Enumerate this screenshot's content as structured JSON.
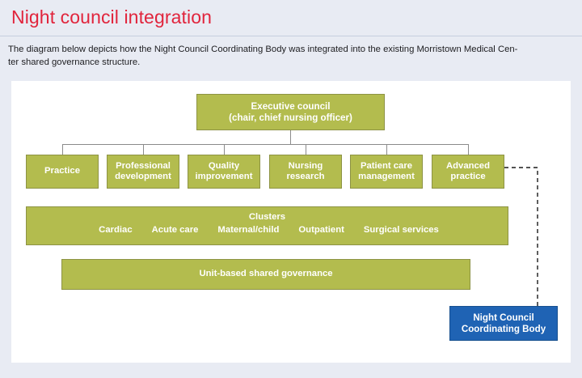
{
  "header": {
    "title": "Night council integration",
    "intro_line1": "The diagram below depicts how the Night Council Coordinating Body was integrated into the existing Morristown Medical Cen-",
    "intro_line2": "ter shared governance structure."
  },
  "colors": {
    "title_red": "#e1243c",
    "olive": "#b3bc4e",
    "olive_border": "#8d9344",
    "blue": "#1f63b4",
    "blue_border": "#17508f",
    "page_background": "#e8ebf3",
    "canvas": "#ffffff",
    "connector_line": "#8b8b8b",
    "dashed_line": "#1a1a1a"
  },
  "diagram": {
    "executive_council": {
      "line1": "Executive council",
      "line2": "(chair, chief nursing officer)"
    },
    "councils": [
      {
        "line1": "Practice",
        "line2": ""
      },
      {
        "line1": "Professional",
        "line2": "development"
      },
      {
        "line1": "Quality",
        "line2": "improvement"
      },
      {
        "line1": "Nursing",
        "line2": "research"
      },
      {
        "line1": "Patient care",
        "line2": "management"
      },
      {
        "line1": "Advanced",
        "line2": "practice"
      }
    ],
    "clusters": {
      "title": "Clusters",
      "items": [
        "Cardiac",
        "Acute care",
        "Maternal/child",
        "Outpatient",
        "Surgical services"
      ]
    },
    "unit_based": "Unit-based shared governance",
    "night_council": {
      "line1": "Night Council",
      "line2": "Coordinating Body"
    }
  }
}
